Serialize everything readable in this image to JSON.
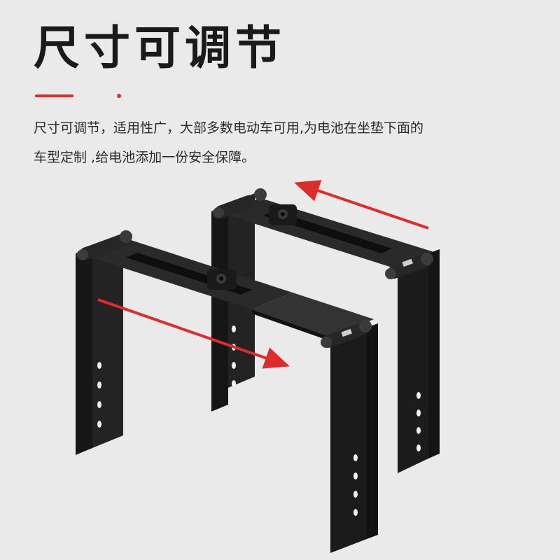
{
  "header": {
    "title": "尺寸可调节",
    "accent_color": "#e02b2b"
  },
  "description": {
    "line1": "尺寸可调节，适用性广，大部多数电动车可用,为电池在坐垫下面的",
    "line2": "车型定制 ,给电池添加一份安全保障。"
  },
  "product": {
    "metal_color": "#1e1e1e",
    "arrow_color": "#e02b2b",
    "icons": [
      "back-bracket",
      "front-bracket",
      "arrow-left",
      "arrow-right"
    ]
  }
}
